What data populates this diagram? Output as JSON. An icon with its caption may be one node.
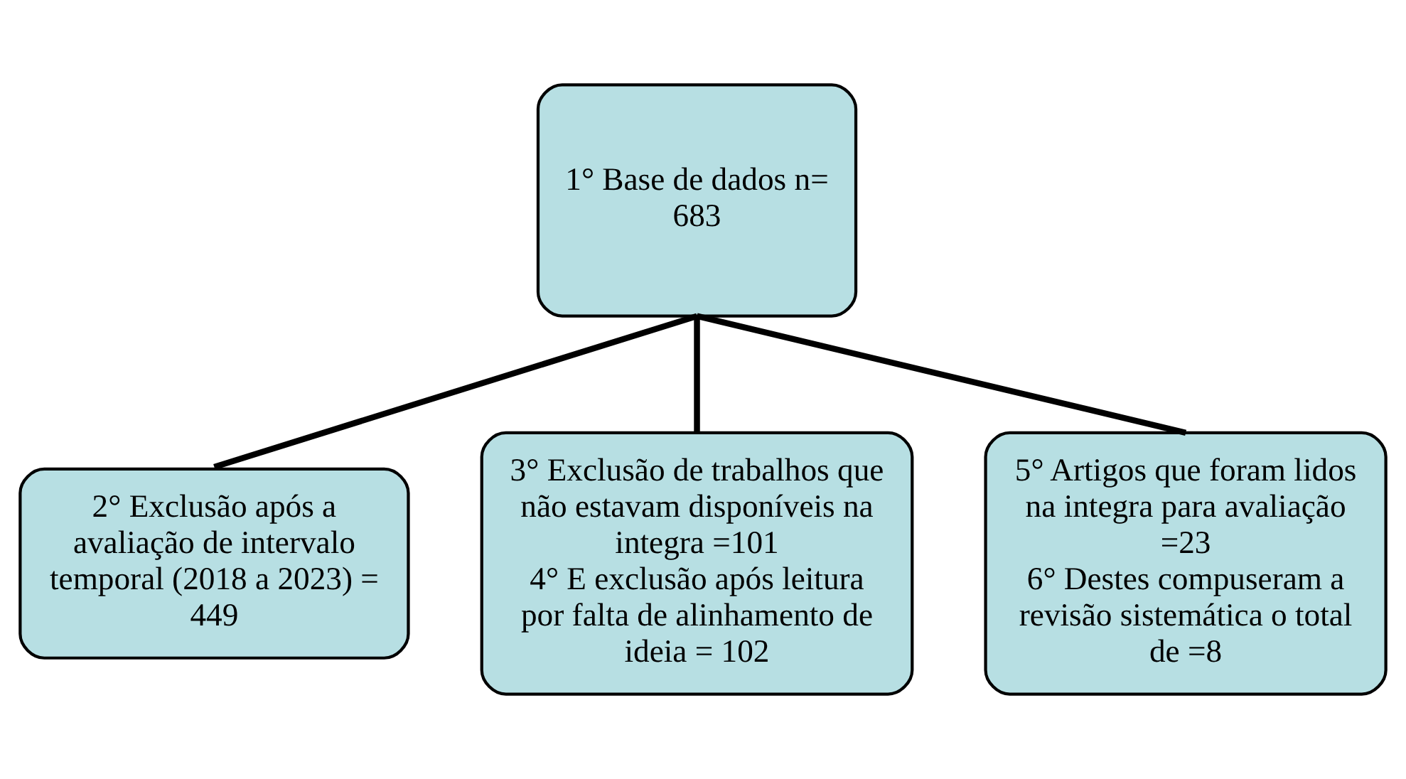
{
  "diagram": {
    "nodes": [
      {
        "text": [
          "1° Base de dados n= 683"
        ]
      },
      {
        "text": [
          "2° Exclusão após a avaliação de intervalo temporal (2018 a 2023) = 449"
        ]
      },
      {
        "text": [
          "3° Exclusão de trabalhos que não estavam disponíveis na integra =101",
          "4° E exclusão após leitura por falta de alinhamento de ideia = 102"
        ]
      },
      {
        "text": [
          "5° Artigos que foram lidos na integra para avaliação =23",
          "6° Destes compuseram a revisão sistemática o total de =8"
        ]
      }
    ],
    "edges": [
      {
        "from": 0,
        "to": 1,
        "arrow": "none"
      },
      {
        "from": 0,
        "to": 2,
        "arrow": "none"
      },
      {
        "from": 0,
        "to": 3,
        "arrow": "none"
      }
    ]
  }
}
